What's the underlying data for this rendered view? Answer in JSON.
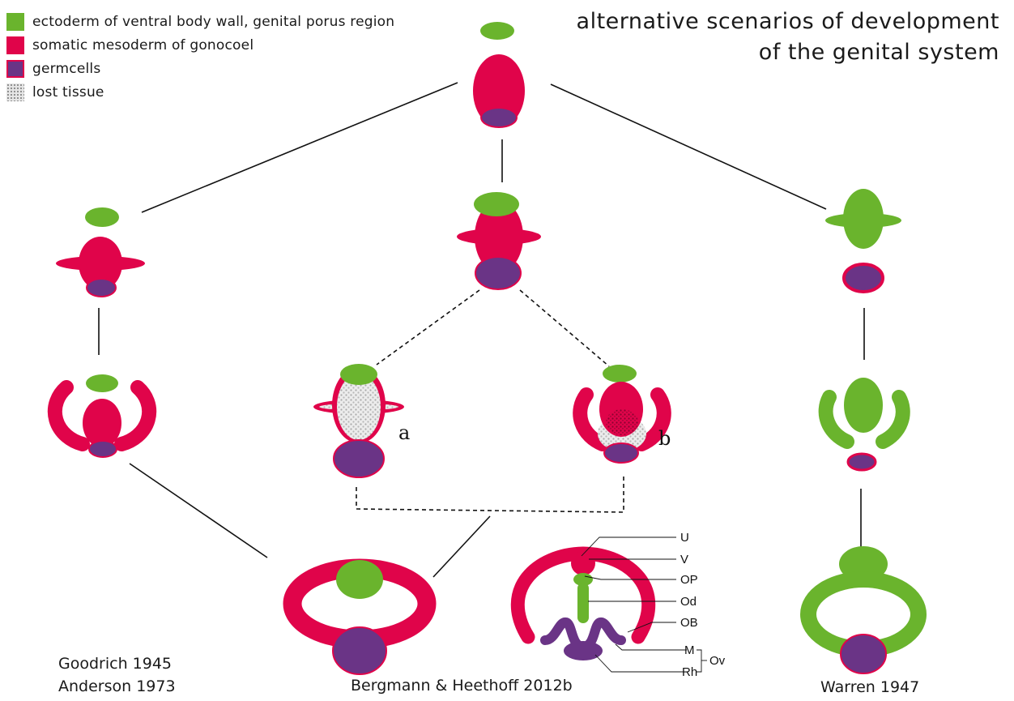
{
  "colors": {
    "ectoderm": "#6ab42d",
    "mesoderm": "#e0044a",
    "germcells": "#6a3486",
    "lost_tissue": "#d9d9d9",
    "line": "#111111"
  },
  "legend": [
    {
      "key": "ectoderm",
      "label": "ectoderm of ventral body wall, genital porus region"
    },
    {
      "key": "mesoderm",
      "label": "somatic mesoderm of gonocoel"
    },
    {
      "key": "germcells",
      "label": "germcells"
    },
    {
      "key": "lost",
      "label": "lost tissue"
    }
  ],
  "title": {
    "line1": "alternative scenarios of development",
    "line2": "of the genital system"
  },
  "variants": {
    "a": "a",
    "b": "b"
  },
  "credits": {
    "left_line1": "Goodrich 1945",
    "left_line2": "Anderson 1973",
    "center": "Bergmann & Heethoff 2012b",
    "right": "Warren 1947"
  },
  "structure_labels": {
    "u": "U",
    "v": "V",
    "op": "OP",
    "od": "Od",
    "ob": "OB",
    "m": "M",
    "rh": "Rh",
    "ov": "Ov"
  }
}
